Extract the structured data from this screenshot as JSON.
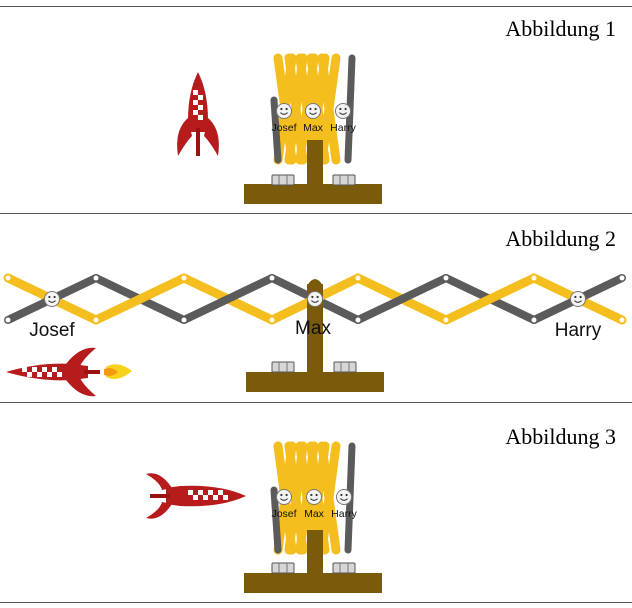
{
  "panels": [
    {
      "label": "Abbildung 1"
    },
    {
      "label": "Abbildung 2"
    },
    {
      "label": "Abbildung 3"
    }
  ],
  "names": {
    "josef": "Josef",
    "max": "Max",
    "harry": "Harry"
  },
  "colors": {
    "arm_yellow": "#f5be1f",
    "arm_gray": "#5b5b5b",
    "base_brown": "#7a5a0b",
    "rocket_red": "#b71c1c",
    "rocket_white": "#ffffff",
    "flame": "#f7d31e"
  },
  "icons": [
    "rocket-icon",
    "smiley-face-icon",
    "nut-icon"
  ]
}
